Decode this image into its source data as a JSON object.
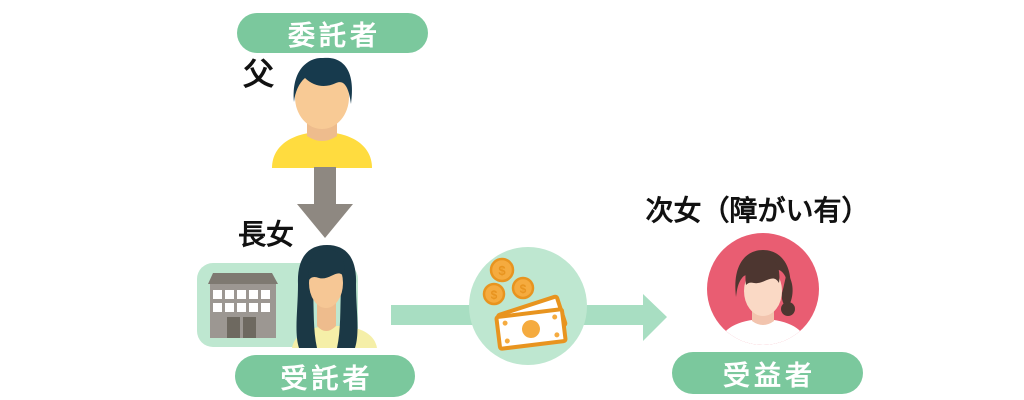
{
  "figure": {
    "title_implied": "family-trust-flow-diagram",
    "trustor": {
      "role_label": "委託者",
      "person_label": "父"
    },
    "trustee": {
      "role_label": "受託者",
      "person_label": "長女"
    },
    "beneficiary": {
      "role_label": "受益者",
      "person_label": "次女（障がい有）"
    }
  },
  "icons": {
    "trustor_avatar": "man-avatar",
    "entrust_arrow": "down-arrow",
    "trust_assets": "building",
    "trustee_avatar": "woman-avatar",
    "money_badge": "cash-and-coins",
    "distribution_arrow": "right-arrow",
    "beneficiary_avatar": "woman-avatar-in-circle"
  },
  "colors": {
    "pill_green": "#7bc89d",
    "panel_green": "#bee7d0",
    "flow_arrow_green": "#a8dec2",
    "entrust_arrow_gray": "#8e8881",
    "beneficiary_circle_pink": "#e95d72",
    "money_orange": "#e8941f",
    "shirt_yellow": "#ffdc3f",
    "text_black": "#111111",
    "background": "#ffffff"
  }
}
